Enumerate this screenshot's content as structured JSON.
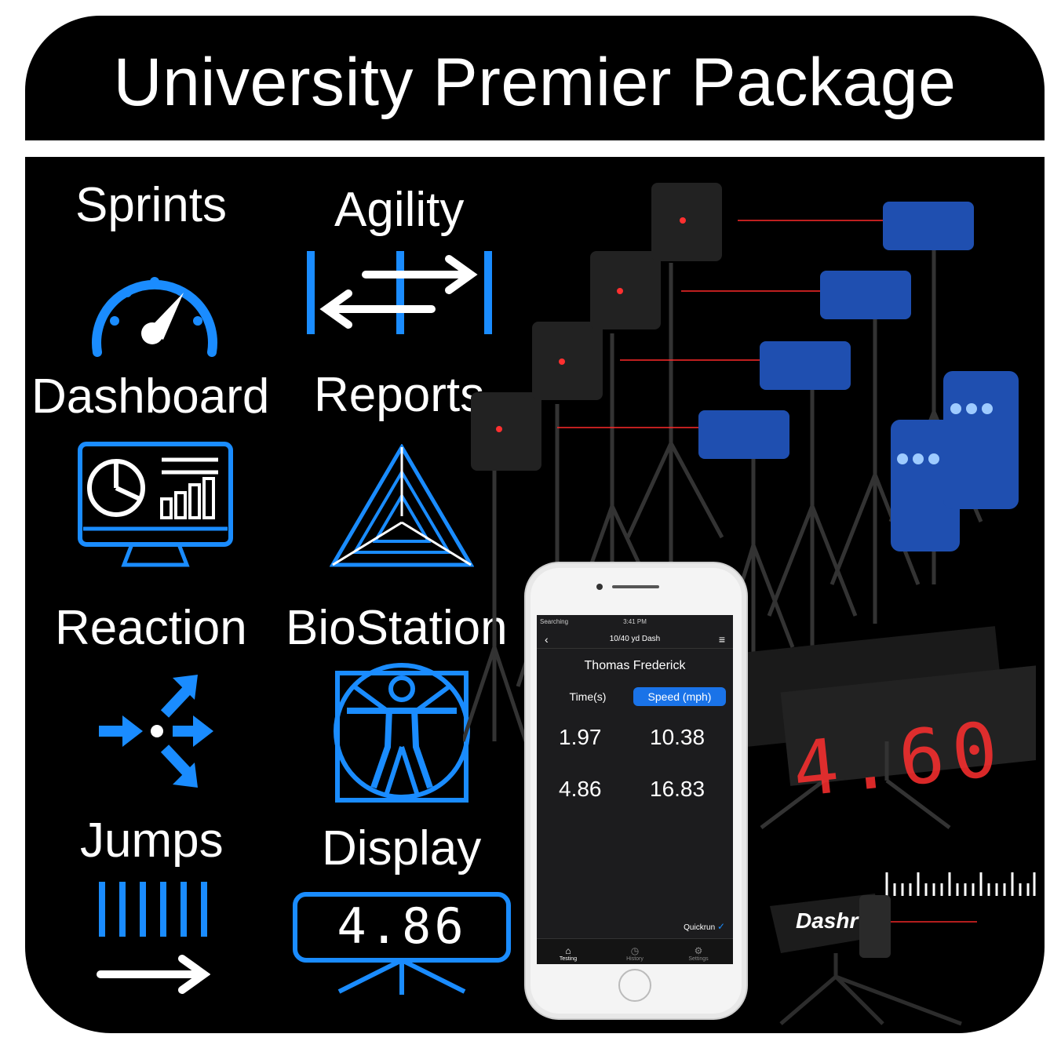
{
  "header": {
    "title": "University Premier Package"
  },
  "features": [
    {
      "label": "Sprints",
      "icon": "speedometer-icon"
    },
    {
      "label": "Agility",
      "icon": "shuttle-arrows-icon"
    },
    {
      "label": "Dashboard",
      "icon": "monitor-chart-icon"
    },
    {
      "label": "Reports",
      "icon": "nested-triangle-icon"
    },
    {
      "label": "Reaction",
      "icon": "branching-arrows-icon"
    },
    {
      "label": "BioStation",
      "icon": "vitruvian-man-icon"
    },
    {
      "label": "Jumps",
      "icon": "jump-mat-icon"
    },
    {
      "label": "Display",
      "icon": "led-display-icon"
    }
  ],
  "display_icon": {
    "value": "4.86"
  },
  "phone": {
    "status_left": "Searching",
    "status_time": "3:41 PM",
    "nav_title": "10/40 yd Dash",
    "athlete": "Thomas Frederick",
    "col_time": "Time(s)",
    "col_speed": "Speed (mph)",
    "rows": [
      {
        "time": "1.97",
        "speed": "10.38"
      },
      {
        "time": "4.86",
        "speed": "16.83"
      }
    ],
    "quickrun": "Quickrun",
    "tabs": [
      "Testing",
      "History",
      "Settings"
    ]
  },
  "led_display": {
    "value": "4.60"
  },
  "brand": {
    "logo_text": "Dashr"
  },
  "colors": {
    "accent": "#1a8cff",
    "background": "#000000",
    "laser": "#ff2a2a",
    "sensor": "#1f4fb0"
  }
}
